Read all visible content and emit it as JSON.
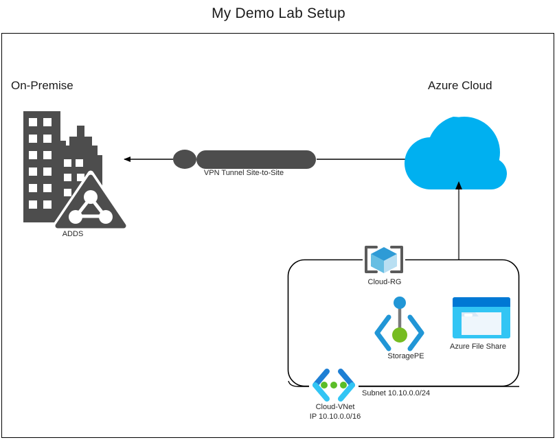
{
  "page": {
    "title": "My Demo Lab Setup"
  },
  "zones": {
    "onpremise": {
      "heading": "On-Premise",
      "icon": "office-building-icon",
      "badge": {
        "label": "ADDS",
        "icon": "adds-triangle-icon"
      }
    },
    "azure": {
      "heading": "Azure Cloud",
      "icon": "azure-cloud-icon"
    }
  },
  "connections": {
    "vpn_tunnel": {
      "label": "VPN Tunnel Site-to-Site",
      "icon": "vpn-tunnel-icon",
      "direction": "bidirectional"
    },
    "vnet_to_cloud": {
      "direction": "up",
      "icon": "connector-arrow-icon"
    }
  },
  "resource_group": {
    "name": "Cloud-RG",
    "icon": "resource-group-cube-icon",
    "resources": [
      {
        "name": "StoragePE",
        "icon": "private-endpoint-icon"
      },
      {
        "name": "Azure File Share",
        "icon": "azure-file-share-icon"
      }
    ]
  },
  "network": {
    "vnet": {
      "name": "Cloud-VNet",
      "address_space": "IP 10.10.0.0/16",
      "icon": "virtual-network-icon"
    },
    "subnet": {
      "label": "Subnet 10.10.0.0/24"
    }
  },
  "colors": {
    "onprem_gray": "#4D4D4D",
    "azure_cyan": "#00B0F0",
    "cube_blue": "#2E9BD6",
    "endpoint_blue": "#2196D6",
    "endpoint_green": "#76BC21",
    "fileshare_header": "#0078D4",
    "fileshare_body": "#32C5F4",
    "vnet_dark": "#1E7FD4",
    "vnet_light": "#32C5F4",
    "connector_gray": "#666666",
    "frame_black": "#000000",
    "text_dark": "#1A1A1A"
  }
}
